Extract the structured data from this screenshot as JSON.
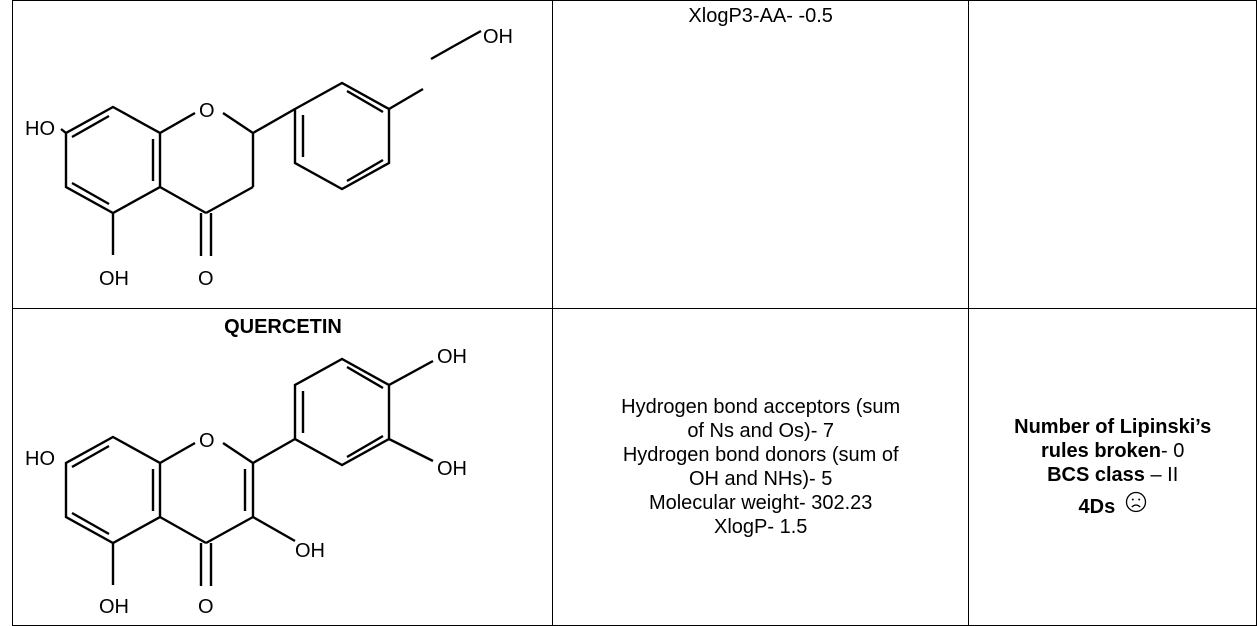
{
  "row1": {
    "structure_labels": {
      "oh_top": "OH",
      "ho_left": "HO",
      "ring_o": "O",
      "oh_bottom": "OH",
      "ketone_o": "O"
    },
    "xlogp": "XlogP3-AA- -0.5"
  },
  "row2": {
    "compound_name": "QUERCETIN",
    "structure_labels": {
      "oh_top": "OH",
      "oh_right": "OH",
      "ho_left": "HO",
      "ring_o": "O",
      "oh_c3": "OH",
      "oh_bottom": "OH",
      "ketone_o": "O"
    },
    "properties": {
      "hba_line1": "Hydrogen bond acceptors (sum",
      "hba_line2": "of Ns and Os)- 7",
      "hbd_line1": "Hydrogen bond donors (sum of",
      "hbd_line2": "OH and NHs)- 5",
      "mw": "Molecular weight- 302.23",
      "xlogp": "XlogP- 1.5"
    },
    "summary": {
      "lipinski_label_line1": "Number of Lipinski’s",
      "lipinski_label_line2": "rules broken",
      "lipinski_value": "- 0",
      "bcs_label": "BCS class",
      "bcs_value": " – II",
      "fourd_label": "4Ds",
      "emoji_icon": "sad-face-icon"
    }
  }
}
